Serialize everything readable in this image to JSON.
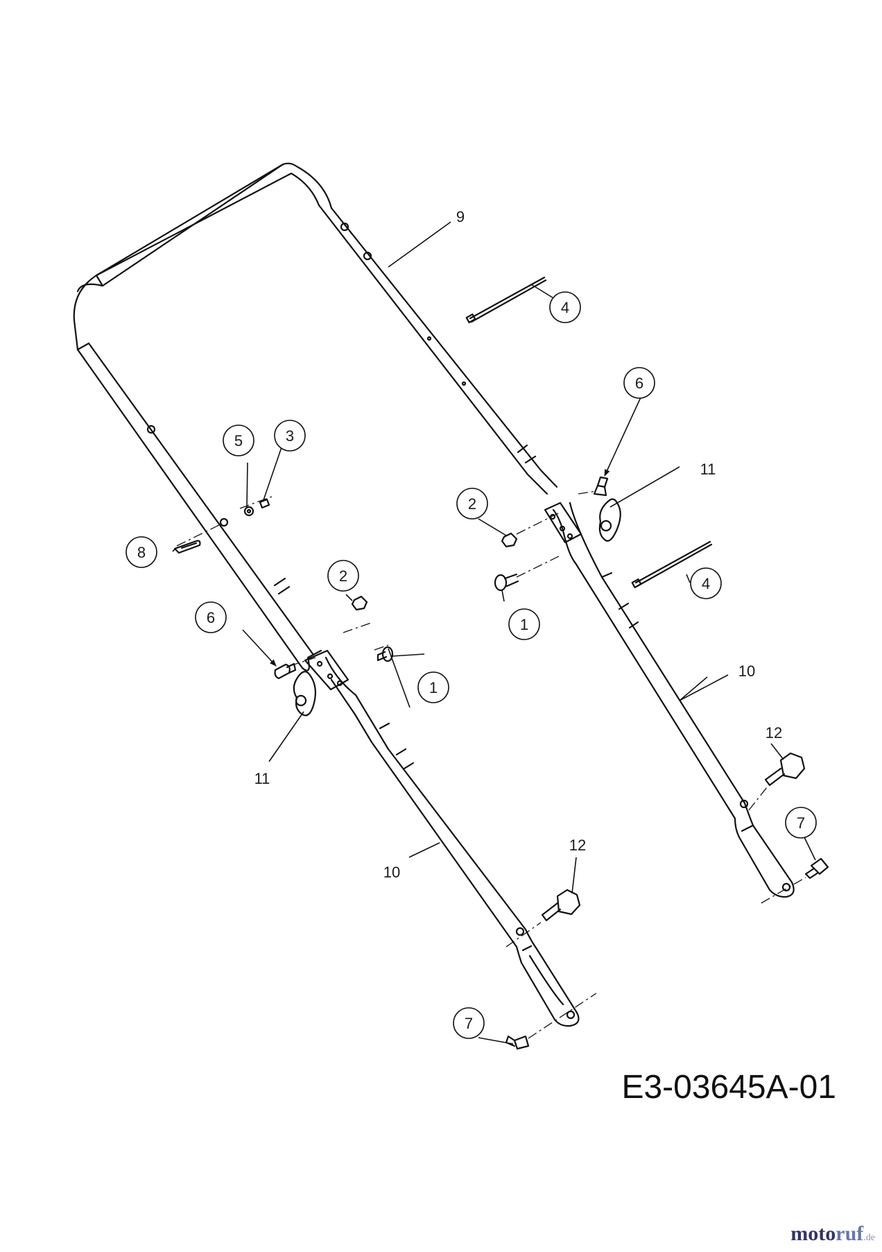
{
  "diagram": {
    "code": "E3-03645A-01",
    "watermark": {
      "brand_a": "moto",
      "brand_b": "ruf",
      "tld": ".de"
    },
    "callouts": [
      {
        "id": "c-9",
        "label": "9",
        "circled": false
      },
      {
        "id": "c-4a",
        "label": "4",
        "circled": true
      },
      {
        "id": "c-6a",
        "label": "6",
        "circled": true
      },
      {
        "id": "c-11a",
        "label": "11",
        "circled": false
      },
      {
        "id": "c-5",
        "label": "5",
        "circled": true
      },
      {
        "id": "c-3",
        "label": "3",
        "circled": true
      },
      {
        "id": "c-2a",
        "label": "2",
        "circled": true
      },
      {
        "id": "c-8",
        "label": "8",
        "circled": true
      },
      {
        "id": "c-2b",
        "label": "2",
        "circled": true
      },
      {
        "id": "c-1a",
        "label": "1",
        "circled": true
      },
      {
        "id": "c-4b",
        "label": "4",
        "circled": true
      },
      {
        "id": "c-6b",
        "label": "6",
        "circled": true
      },
      {
        "id": "c-1b",
        "label": "1",
        "circled": true
      },
      {
        "id": "c-10a",
        "label": "10",
        "circled": false
      },
      {
        "id": "c-11b",
        "label": "11",
        "circled": false
      },
      {
        "id": "c-12a",
        "label": "12",
        "circled": false
      },
      {
        "id": "c-7a",
        "label": "7",
        "circled": true
      },
      {
        "id": "c-12b",
        "label": "12",
        "circled": false
      },
      {
        "id": "c-10b",
        "label": "10",
        "circled": false
      },
      {
        "id": "c-7b",
        "label": "7",
        "circled": true
      }
    ]
  }
}
